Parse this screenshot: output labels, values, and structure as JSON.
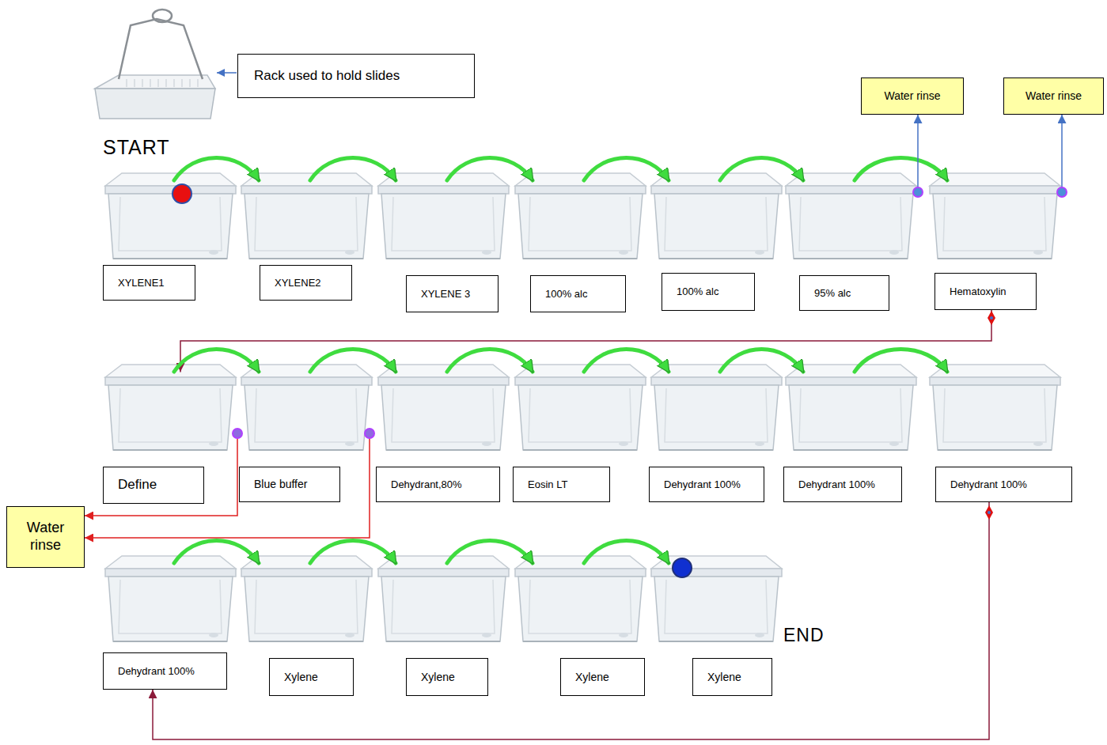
{
  "diagram": {
    "nodes": [
      {
        "text": [
          "Rack used to hold slides"
        ]
      },
      {
        "text": [
          "Water rinse"
        ]
      },
      {
        "text": [
          "Water rinse"
        ]
      },
      {
        "text": [
          "XYLENE1"
        ]
      },
      {
        "text": [
          "XYLENE2"
        ]
      },
      {
        "text": [
          "XYLENE 3"
        ]
      },
      {
        "text": [
          "100% alc"
        ]
      },
      {
        "text": [
          "100% alc"
        ]
      },
      {
        "text": [
          "95% alc"
        ]
      },
      {
        "text": [
          "Hematoxylin"
        ]
      },
      {
        "text": [
          "Define"
        ]
      },
      {
        "text": [
          "Blue buffer"
        ]
      },
      {
        "text": [
          "Dehydrant,80%"
        ]
      },
      {
        "text": [
          "Eosin LT"
        ]
      },
      {
        "text": [
          "Dehydrant 100%"
        ]
      },
      {
        "text": [
          "Dehydrant 100%"
        ]
      },
      {
        "text": [
          "Dehydrant 100%"
        ]
      },
      {
        "text": [
          "Water rinse"
        ]
      },
      {
        "text": [
          "Dehydrant 100%"
        ]
      },
      {
        "text": [
          "Xylene"
        ]
      },
      {
        "text": [
          "Xylene"
        ]
      },
      {
        "text": [
          "Xylene"
        ]
      },
      {
        "text": [
          "Xylene"
        ]
      }
    ],
    "edges": [
      {
        "from": 3,
        "to": 4,
        "arrow": "to"
      },
      {
        "from": 4,
        "to": 5,
        "arrow": "to"
      },
      {
        "from": 5,
        "to": 6,
        "arrow": "to"
      },
      {
        "from": 6,
        "to": 7,
        "arrow": "to"
      },
      {
        "from": 7,
        "to": 8,
        "arrow": "to"
      },
      {
        "from": 8,
        "to": 9,
        "arrow": "to"
      },
      {
        "from": 8,
        "to": 1,
        "arrow": "to"
      },
      {
        "from": 9,
        "to": 2,
        "arrow": "to"
      },
      {
        "from": 9,
        "to": 10,
        "arrow": "to"
      },
      {
        "from": 10,
        "to": 11,
        "arrow": "to"
      },
      {
        "from": 11,
        "to": 12,
        "arrow": "to"
      },
      {
        "from": 12,
        "to": 13,
        "arrow": "to"
      },
      {
        "from": 13,
        "to": 14,
        "arrow": "to"
      },
      {
        "from": 14,
        "to": 15,
        "arrow": "to"
      },
      {
        "from": 15,
        "to": 16,
        "arrow": "to"
      },
      {
        "from": 10,
        "to": 17,
        "arrow": "to"
      },
      {
        "from": 11,
        "to": 17,
        "arrow": "to"
      },
      {
        "from": 16,
        "to": 18,
        "arrow": "to"
      },
      {
        "from": 18,
        "to": 19,
        "arrow": "to"
      },
      {
        "from": 19,
        "to": 20,
        "arrow": "to"
      },
      {
        "from": 20,
        "to": 21,
        "arrow": "to"
      },
      {
        "from": 21,
        "to": 22,
        "arrow": "to"
      }
    ],
    "labels": [
      "START",
      "END"
    ]
  }
}
